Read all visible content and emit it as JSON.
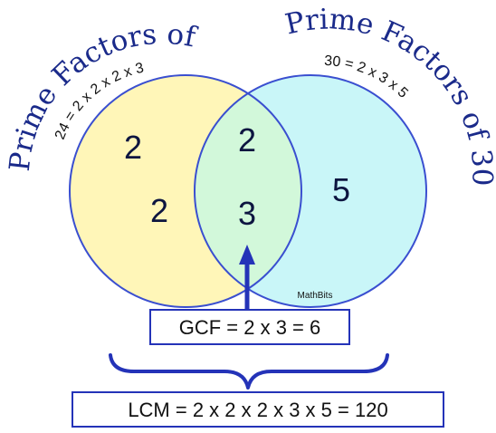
{
  "left_set": {
    "title": "Prime Factors of 24",
    "factorization": "24 = 2 x 2 x 2 x 3",
    "only_values": [
      "2",
      "2"
    ],
    "fill": "#fff6b8"
  },
  "right_set": {
    "title": "Prime Factors of 30",
    "factorization": "30 = 2 x 3 x 5",
    "only_values": [
      "5"
    ],
    "fill": "#c9f6f8"
  },
  "intersection": {
    "values": [
      "2",
      "3"
    ],
    "fill": "#d2f8da"
  },
  "gcf_label": "GCF = 2 x 3 = 6",
  "lcm_label": "LCM = 2 x 2 x 2 x 3 x 5 = 120",
  "credit": "MathBits",
  "colors": {
    "circle_stroke": "#3a4fd0",
    "accent": "#2433b8",
    "title_text": "#1a2a8a"
  }
}
